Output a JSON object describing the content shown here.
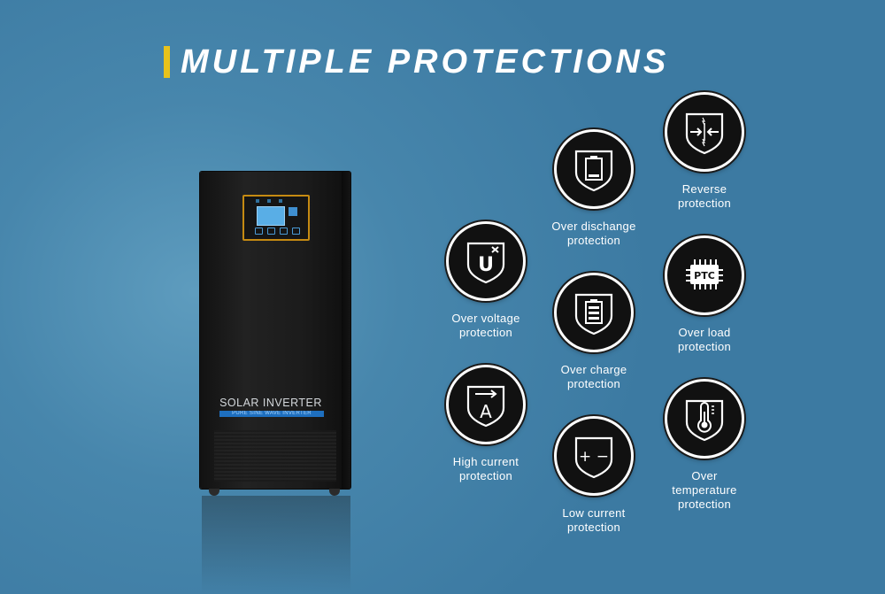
{
  "headline": "MULTIPLE PROTECTIONS",
  "colors": {
    "background": "#4786ac",
    "accent_bar": "#e8c21b",
    "badge_fill": "#111111",
    "badge_ring": "#ffffff",
    "text": "#ffffff"
  },
  "product": {
    "brand": "SOLAR INVERTER",
    "subtitle": "PURE SINE WAVE INVERTER"
  },
  "protections": {
    "over_voltage": {
      "label_line1": "Over voltage",
      "label_line2": "protection",
      "icon": "shield-u-icon",
      "glyph": "U"
    },
    "high_current": {
      "label_line1": "High current",
      "label_line2": "protection",
      "icon": "shield-a-arrow-icon",
      "glyph": "A"
    },
    "over_discharge": {
      "label_line1": "Over dischange",
      "label_line2": "protection",
      "icon": "shield-battery-low-icon"
    },
    "over_charge": {
      "label_line1": "Over charge",
      "label_line2": "protection",
      "icon": "shield-battery-full-icon"
    },
    "low_current": {
      "label_line1": "Low current",
      "label_line2": "protection",
      "icon": "shield-plus-minus-icon",
      "glyph": "+ −"
    },
    "reverse": {
      "label_line1": "Reverse",
      "label_line2": "protection",
      "icon": "shield-reverse-arrows-icon"
    },
    "over_load": {
      "label_line1": "Over load",
      "label_line2": "protection",
      "icon": "ptc-chip-icon",
      "glyph": "PTC"
    },
    "over_temperature": {
      "label_line1": "Over",
      "label_line2": "temperature",
      "label_line3": "protection",
      "icon": "shield-thermometer-icon"
    }
  }
}
